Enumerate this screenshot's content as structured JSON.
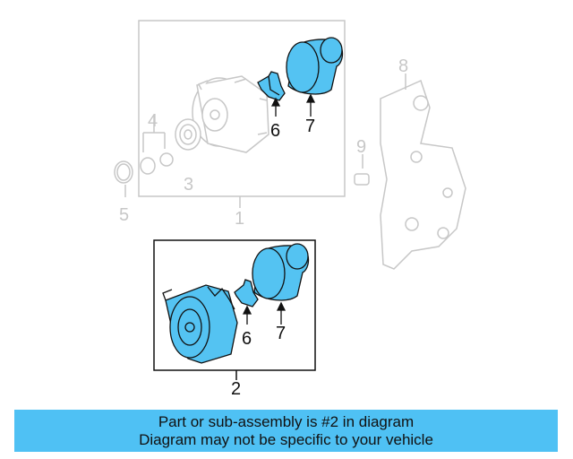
{
  "diagram": {
    "callouts": {
      "c1": "1",
      "c2": "2",
      "c3": "3",
      "c4": "4",
      "c5": "5",
      "c6_top": "6",
      "c7_top": "7",
      "c8": "8",
      "c9": "9",
      "c6_bottom": "6",
      "c7_bottom": "7"
    },
    "colors": {
      "highlight": "#54c3f2",
      "ghost_line": "#c7c7c7",
      "outline": "#111111"
    }
  },
  "banner": {
    "line1": "Part or sub-assembly is #2 in diagram",
    "line2": "Diagram may not be specific to your vehicle",
    "background": "#4fc1f4"
  }
}
